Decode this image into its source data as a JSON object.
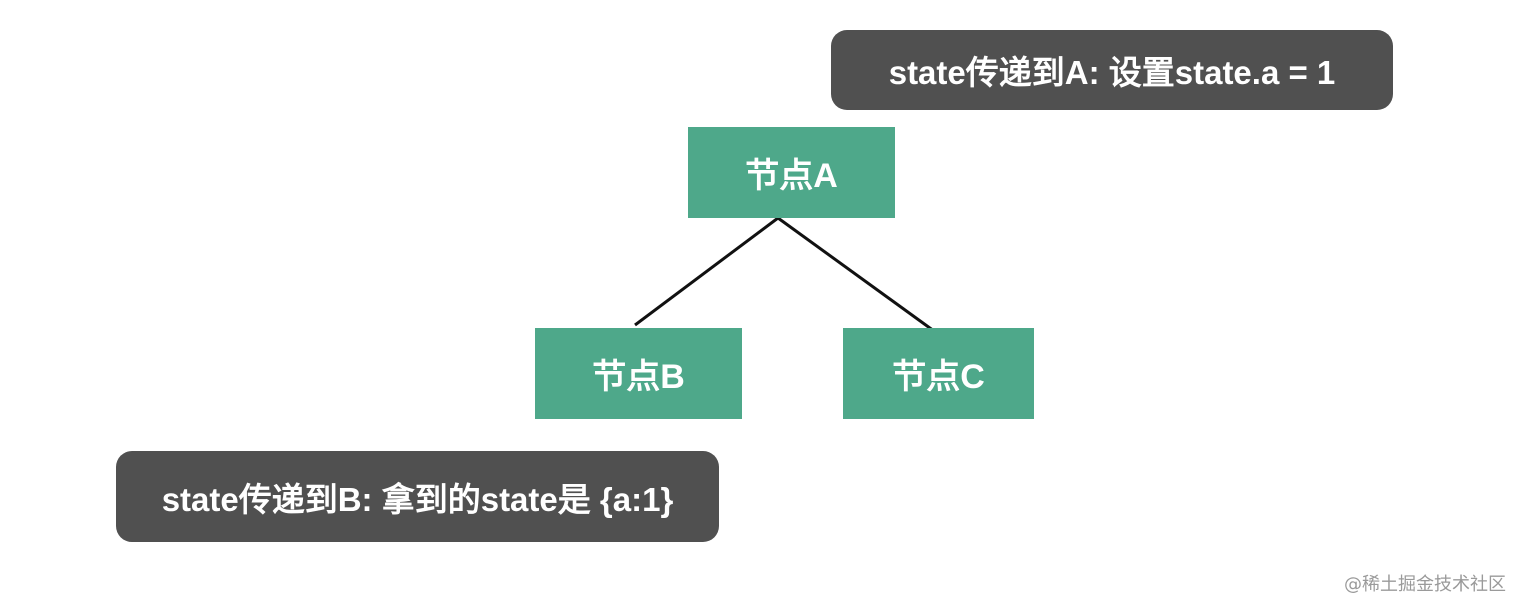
{
  "diagram": {
    "nodes": {
      "a": {
        "label": "节点A"
      },
      "b": {
        "label": "节点B"
      },
      "c": {
        "label": "节点C"
      }
    },
    "edges": [
      {
        "from": "a",
        "to": "b"
      },
      {
        "from": "a",
        "to": "c"
      }
    ],
    "callouts": {
      "a": {
        "text": "state传递到A: 设置state.a = 1"
      },
      "b": {
        "text": "state传递到B: 拿到的state是 {a:1}"
      }
    },
    "colors": {
      "node_fill": "#4ea88a",
      "callout_fill": "#505050",
      "text": "#ffffff",
      "connector": "#111111"
    }
  },
  "watermark": "@稀土掘金技术社区"
}
